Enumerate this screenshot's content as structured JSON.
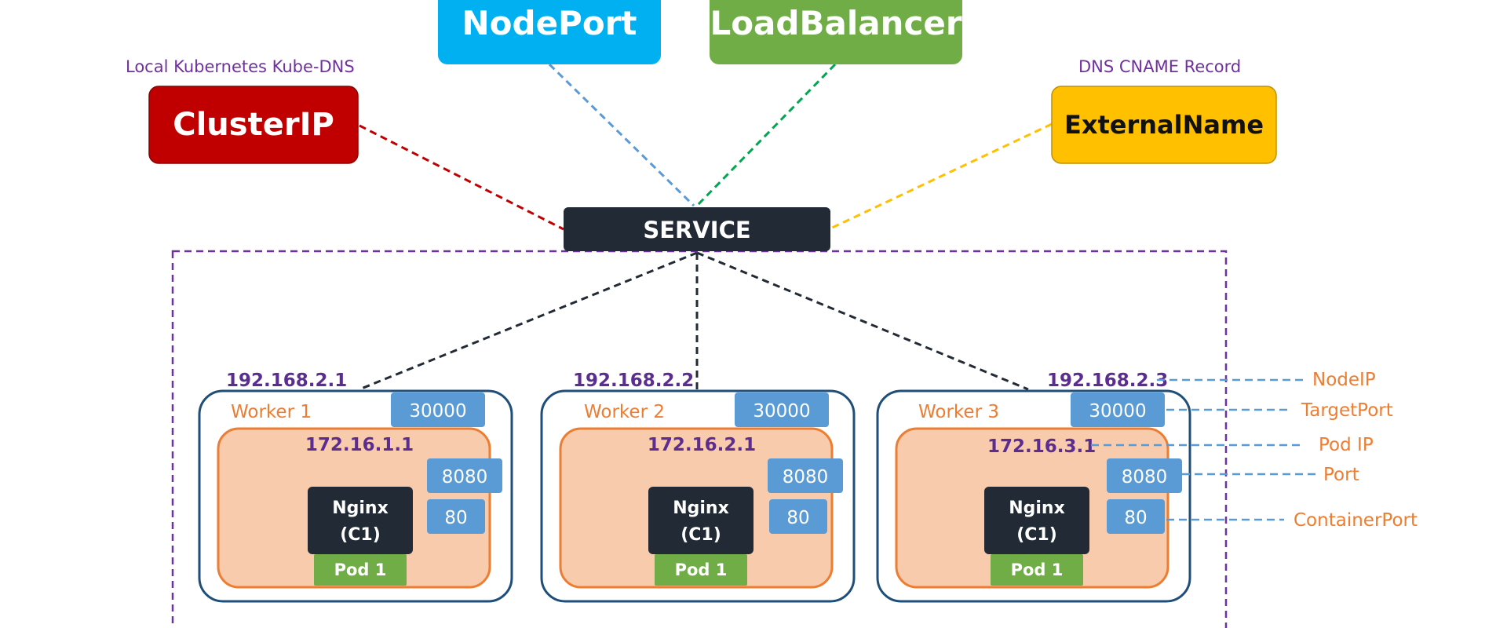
{
  "service_types": {
    "clusterip": {
      "label": "ClusterIP",
      "caption": "Local Kubernetes Kube-DNS",
      "color": "#c00000"
    },
    "nodeport": {
      "label": "NodePort",
      "color": "#00b0f0"
    },
    "loadbalancer": {
      "label": "LoadBalancer",
      "color": "#70ad47"
    },
    "externalname": {
      "label": "ExternalName",
      "caption": "DNS CNAME Record",
      "color": "#ffc000"
    }
  },
  "service": {
    "label": "SERVICE",
    "color": "#222a35"
  },
  "workers": [
    {
      "name": "Worker 1",
      "node_ip": "192.168.2.1",
      "node_port": "30000",
      "pod_ip": "172.16.1.1",
      "port": "8080",
      "container_port": "80",
      "container": "Nginx",
      "container_id": "(C1)",
      "pod": "Pod 1"
    },
    {
      "name": "Worker 2",
      "node_ip": "192.168.2.2",
      "node_port": "30000",
      "pod_ip": "172.16.2.1",
      "port": "8080",
      "container_port": "80",
      "container": "Nginx",
      "container_id": "(C1)",
      "pod": "Pod 1"
    },
    {
      "name": "Worker 3",
      "node_ip": "192.168.2.3",
      "node_port": "30000",
      "pod_ip": "172.16.3.1",
      "port": "8080",
      "container_port": "80",
      "container": "Nginx",
      "container_id": "(C1)",
      "pod": "Pod 1"
    }
  ],
  "legend": {
    "node_ip": "NodeIP",
    "target_port": "TargetPort",
    "pod_ip": "Pod IP",
    "port": "Port",
    "container_port": "ContainerPort"
  },
  "colors": {
    "cluster_border": "#7030a0",
    "worker_border": "#1f4e79",
    "pod_fill": "#f8cbad",
    "pod_border": "#ed7d31",
    "port_box": "#5b9bd5",
    "pod_label": "#70ad47",
    "container": "#222a35",
    "ip_text": "#5c2d91",
    "worker_text": "#ed7d31",
    "legend_text": "#ed7d31",
    "legend_line": "#5b9bd5"
  }
}
